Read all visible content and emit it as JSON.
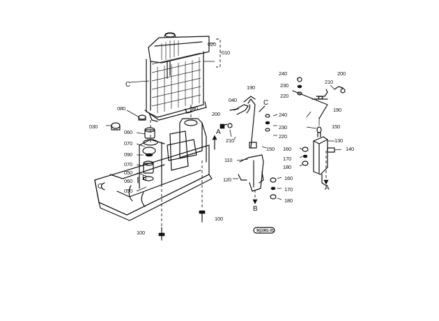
{
  "diagram": {
    "labels": {
      "p010": "010",
      "p020": "020",
      "p030": "030",
      "p040": "040",
      "p050a": "050",
      "p050b": "050",
      "p060a": "060",
      "p060b": "060",
      "p070a": "070",
      "p070b": "070",
      "p080a": "080",
      "p080b": "080",
      "p090": "090",
      "p100a": "100",
      "p100b": "100",
      "p110": "110",
      "p120": "120",
      "p130": "130",
      "p140": "140",
      "p150a": "150",
      "p150b": "150",
      "p160a": "160",
      "p160b": "160",
      "p170a": "170",
      "p170b": "170",
      "p180a": "180",
      "p180b": "180",
      "p190a": "190",
      "p190b": "190",
      "p200a": "200",
      "p200b": "200",
      "p210a": "210",
      "p210b": "210",
      "p220a": "220",
      "p220b": "220",
      "p230a": "230",
      "p230b": "230",
      "p240a": "240",
      "p240b": "240"
    },
    "letters": {
      "c_radiator": "C",
      "c_frame": "C",
      "c_bracket": "C",
      "a_top": "A",
      "a_bottom": "A",
      "b_left": "B",
      "b_bottom": "B"
    },
    "figure_code": "9Q1961-01"
  }
}
